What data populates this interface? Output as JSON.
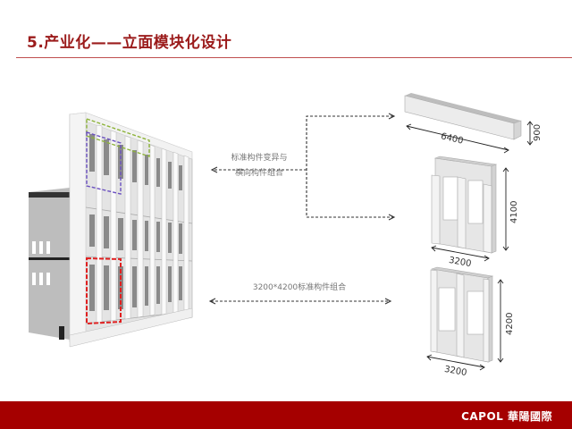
{
  "slide": {
    "title": "5.产业化——立面模块化设计",
    "footer_brand": "CAPOL 華陽國際"
  },
  "annotations": {
    "top_label_line1": "标准构件变异与",
    "top_label_line2": "横向构件组合",
    "bottom_label": "3200*4200标准构件组合"
  },
  "components": [
    {
      "name": "horizontal-beam",
      "width_label": "6400",
      "height_label": "900"
    },
    {
      "name": "variant-frame",
      "width_label": "3200",
      "height_label": "4100"
    },
    {
      "name": "standard-frame",
      "width_label": "3200",
      "height_label": "4200"
    }
  ],
  "colors": {
    "accent_red": "#a50000",
    "title_red": "#9b1b1b",
    "highlight_green": "#8db33a",
    "highlight_purple": "#6a4fc0",
    "highlight_red": "#e02020"
  }
}
